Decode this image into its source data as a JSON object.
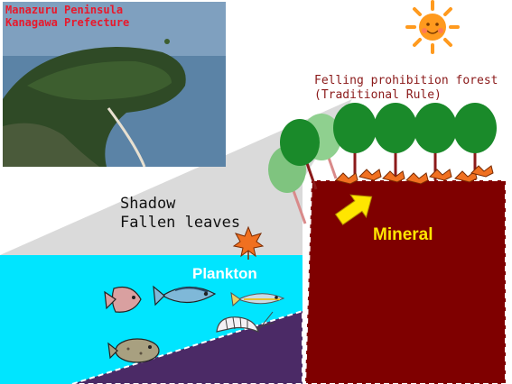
{
  "inset_caption": {
    "line1": "Manazuru  Peninsula",
    "line2": "Kanagawa Prefecture"
  },
  "labels": {
    "forest_line1": "Felling prohibition forest",
    "forest_line2": "(Traditional Rule)",
    "shadow_line1": "Shadow",
    "shadow_line2": "Fallen leaves",
    "mineral": "Mineral",
    "plankton": "Plankton"
  },
  "icons": [
    "sun-icon",
    "maple-leaf-icon",
    "arrow-icon",
    "fish-icon",
    "shrimp-icon",
    "tree-icon"
  ],
  "colors": {
    "sea": "#00e5ff",
    "land": "#7f0000",
    "seabed": "#4b2a66",
    "tree_canopy": "#1a8a2a",
    "leaf": "#f07020",
    "arrow": "#ffe600",
    "sun": "#ff9a1e"
  }
}
